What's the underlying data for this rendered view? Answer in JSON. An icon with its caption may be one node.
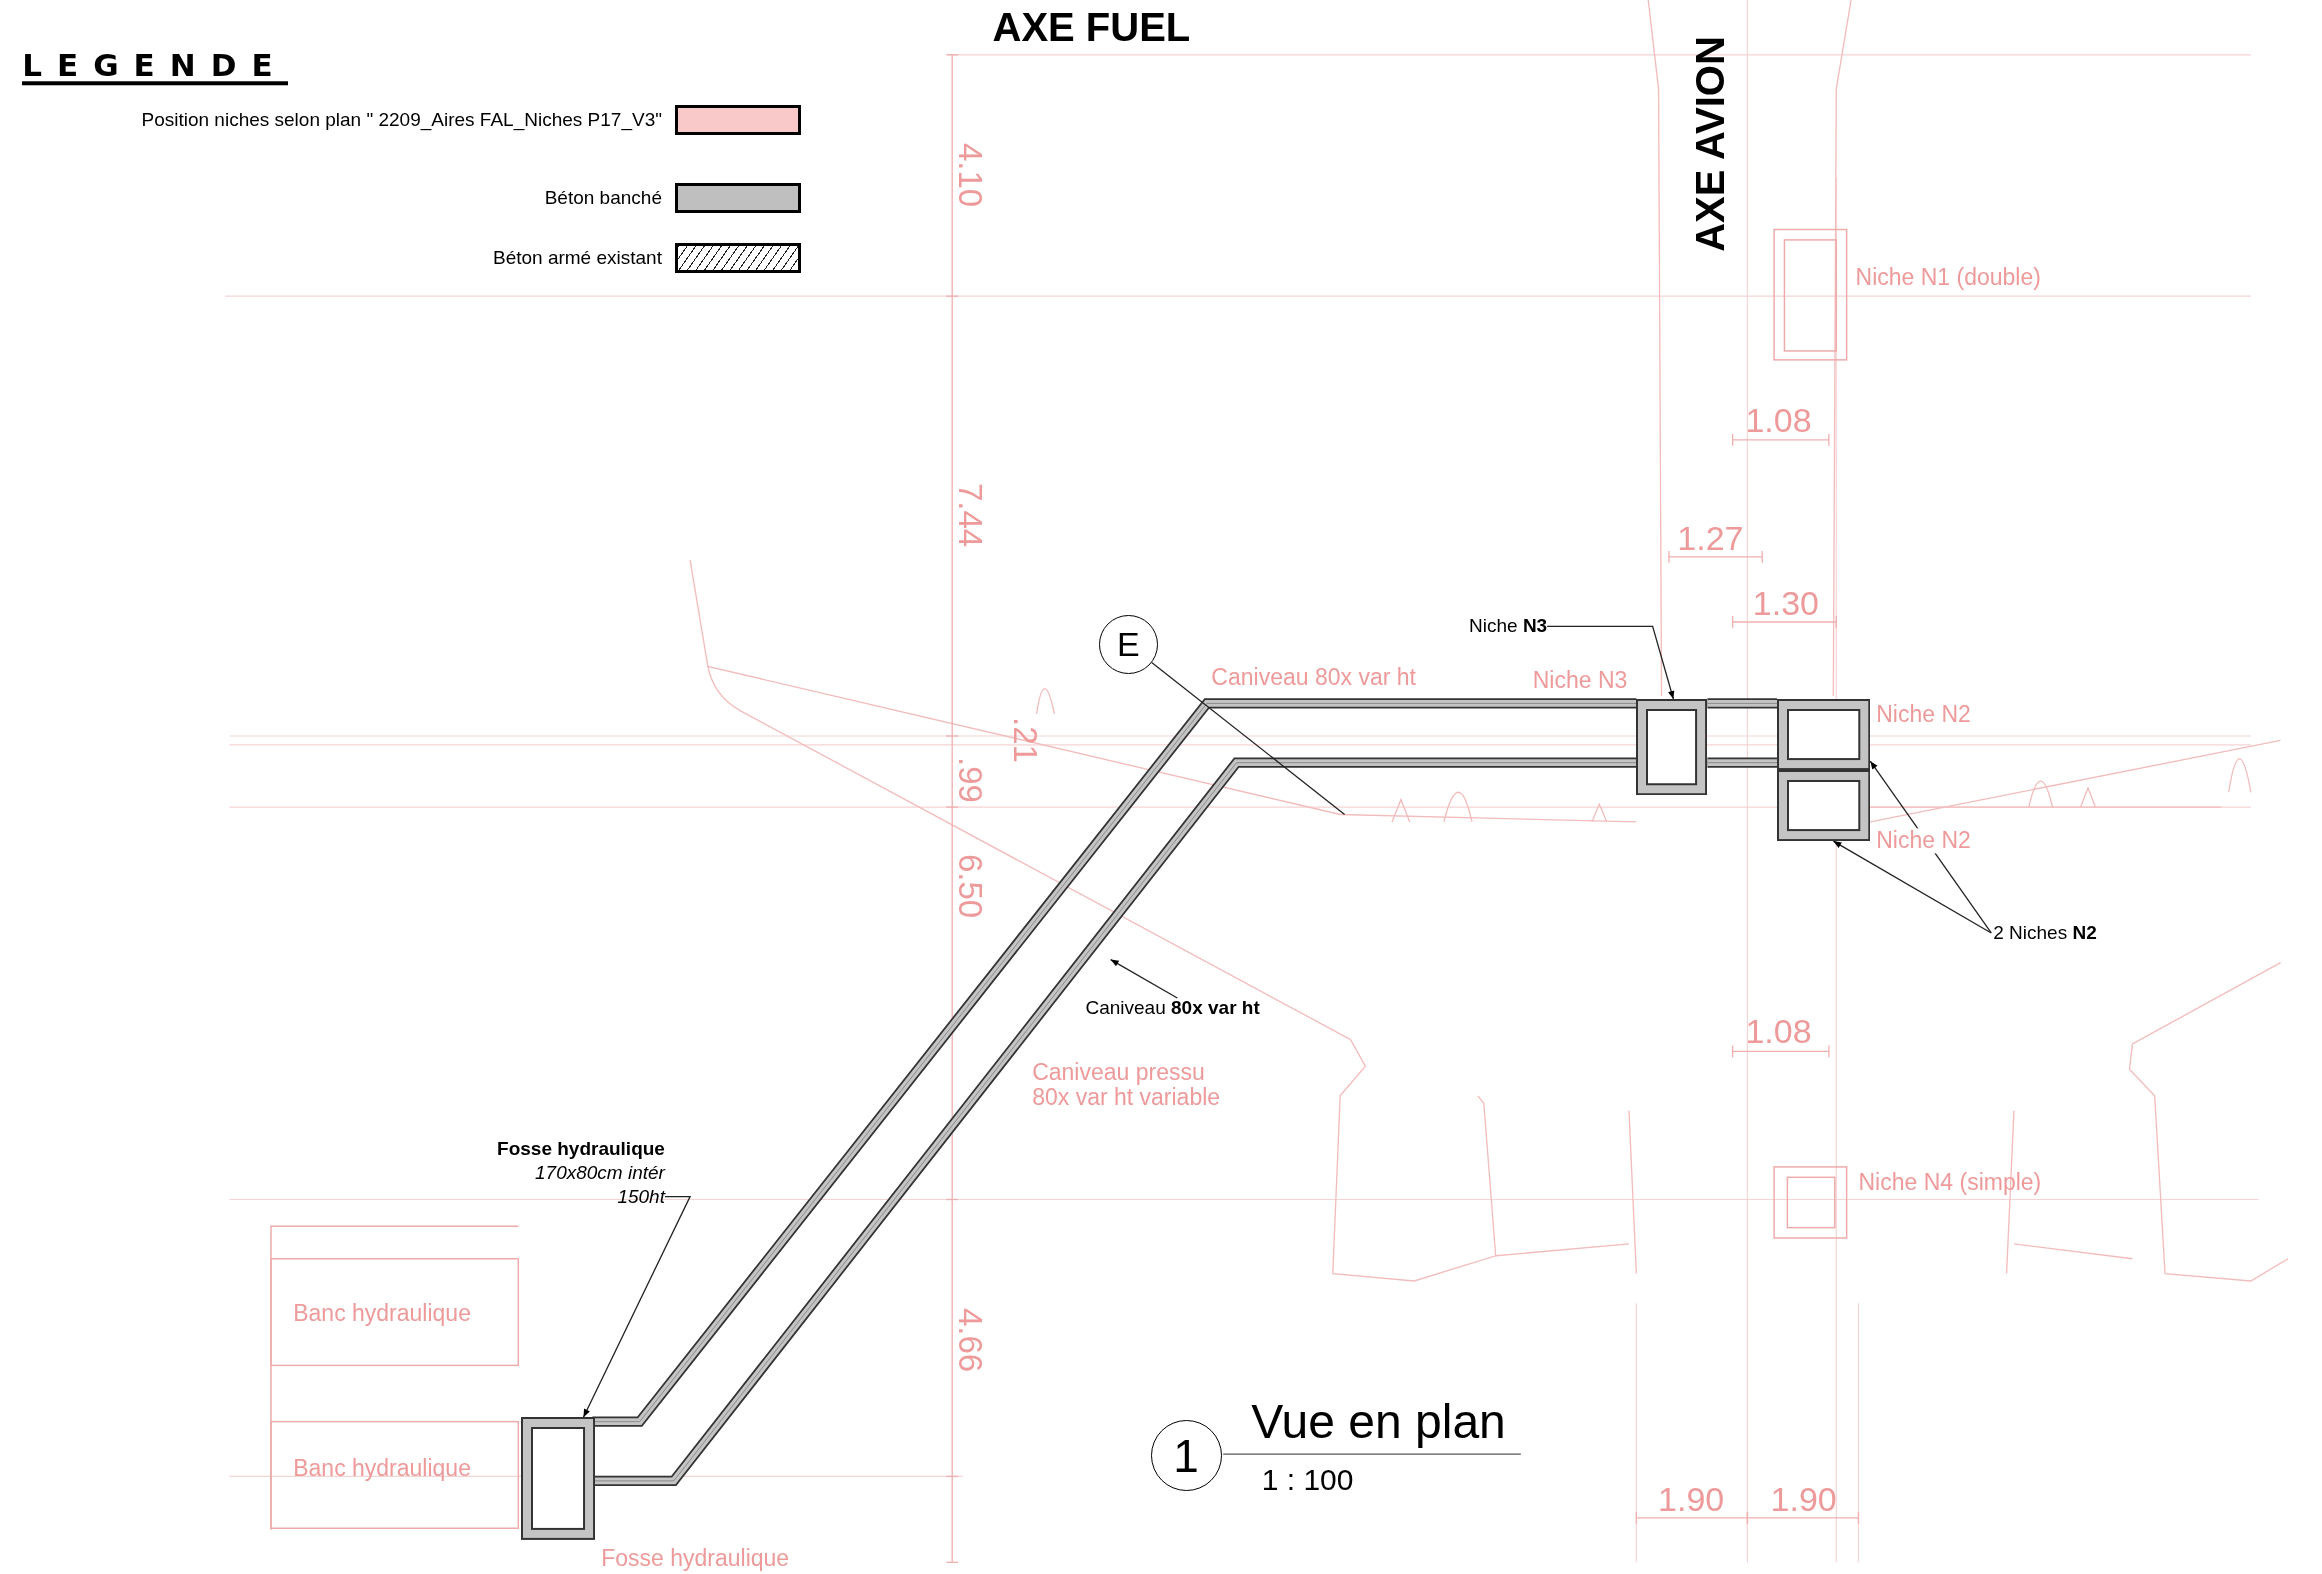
{
  "diagram": {
    "nodes": [
      {
        "text": [
          "Niche **N3**"
        ]
      },
      {
        "text": [],
        "shape": "box",
        "beside": [
          "Niche N3"
        ]
      },
      {
        "text": [],
        "shape": "box",
        "beside": [
          "Niche N2"
        ]
      },
      {
        "text": [],
        "shape": "box",
        "beside": [
          "Niche N2"
        ]
      },
      {
        "text": [
          "2 Niches **N2**"
        ]
      },
      {
        "text": [
          "Caniveau **80x var ht**"
        ]
      },
      {
        "text": [
          "Fosse hydraulique",
          "170x80cm intér 150ht"
        ]
      },
      {
        "text": [],
        "shape": "box",
        "beside": [
          "Fosse hydraulique"
        ]
      },
      {
        "text": [
          "E"
        ]
      },
      {
        "text": [
          "1"
        ],
        "beside": [
          "Vue en plan",
          "1 : 100"
        ]
      }
    ],
    "edges": [
      {
        "from": 0,
        "to": 1,
        "arrow": "to"
      },
      {
        "from": 4,
        "to": 2,
        "arrow": "to"
      },
      {
        "from": 4,
        "to": 3,
        "arrow": "to"
      },
      {
        "from": 5,
        "to": null,
        "arrow": "to"
      },
      {
        "from": 6,
        "to": 7,
        "arrow": "to"
      },
      {
        "from": 8,
        "to": null,
        "arrow": "none"
      }
    ],
    "labels": [
      "AXE FUEL",
      "LEGENDE",
      "AXE AVION",
      "4.10",
      "Niche N1 (double)",
      "1.08",
      "7.44",
      "1.27",
      "1.30",
      "Caniveau 80x var ht",
      ".21",
      ".99",
      "6.50",
      "1.08",
      "Caniveau pressu 80x var ht variable",
      "Niche N4 (simple)",
      "Banc hydraulique",
      "4.66",
      "Banc hydraulique",
      "1.90",
      "1.90"
    ],
    "legend": [
      {
        "text": "Position niches selon plan \" 2209_Aires FAL_Niches P17_V3\"",
        "color": "#f9c8c8"
      },
      {
        "text": "Béton banché",
        "color": "#bfbfbf"
      },
      {
        "text": "Béton armé existant"
      }
    ]
  }
}
